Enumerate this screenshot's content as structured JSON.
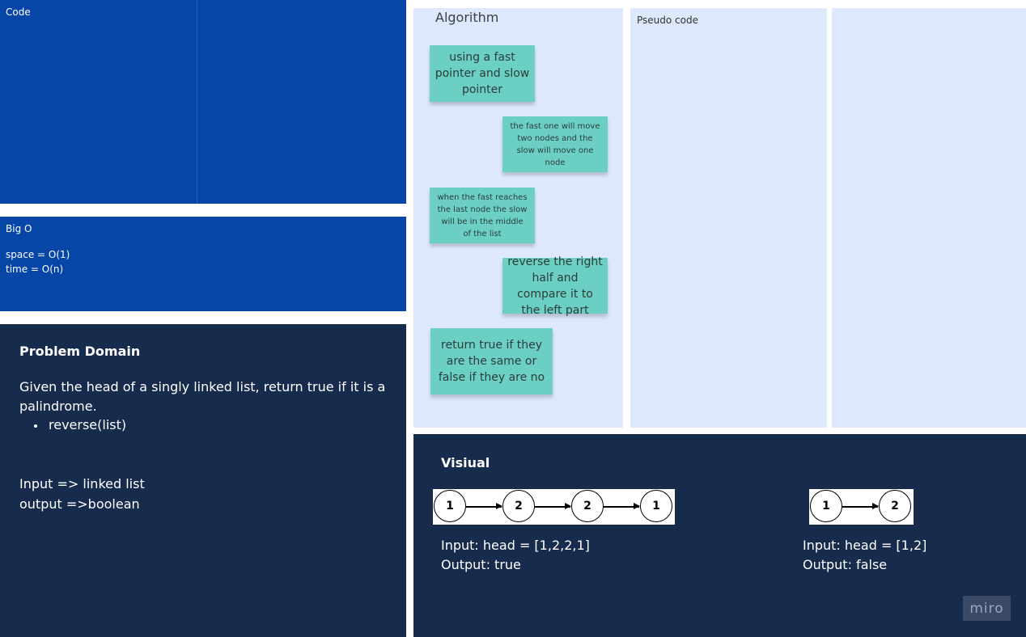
{
  "code": {
    "title": "Code"
  },
  "big_o": {
    "title": "Big O",
    "space": "space = O(1)",
    "time": "time = O(n)"
  },
  "problem": {
    "title": "Problem Domain",
    "description": "Given the head of a singly linked list, return true if it is a palindrome.",
    "bullets": [
      "reverse(list)"
    ],
    "input": "Input => linked list",
    "output": "output =>boolean"
  },
  "algorithm": {
    "title": "Algorithm",
    "notes": [
      "using a fast pointer and slow pointer",
      "the fast one will move two nodes and the slow will move one node",
      "when the fast reaches the last node the slow will be in the middle of the list",
      "reverse the right half and compare it to the left part",
      "return true if they are the same or false if they are no"
    ]
  },
  "pseudo_code": {
    "title": "Pseudo code"
  },
  "visual": {
    "title": "Visiual",
    "example1": {
      "nodes": [
        "1",
        "2",
        "2",
        "1"
      ],
      "input": "Input: head = [1,2,2,1]",
      "output": "Output: true"
    },
    "example2": {
      "nodes": [
        "1",
        "2"
      ],
      "input": "Input: head = [1,2]",
      "output": "Output: false"
    }
  },
  "branding": {
    "logo_text": "miro"
  },
  "colors": {
    "frame_blue": "#0646a6",
    "frame_navy": "#172b4d",
    "frame_light": "#dde8fc",
    "sticky": "#6ccfc3"
  }
}
